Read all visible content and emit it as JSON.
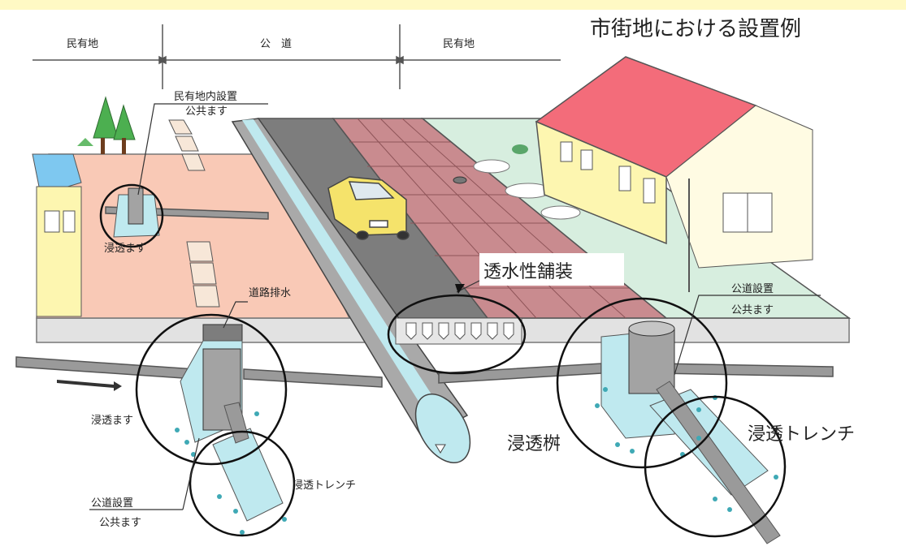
{
  "title": "市街地における設置例",
  "zones": {
    "private_left": "民有地",
    "public_road": "公　道",
    "private_right": "民有地"
  },
  "labels": {
    "private_inlet": [
      "民有地内設置",
      "公共ます"
    ],
    "infiltration_basin_small": "浸透ます",
    "road_drainage": "道路排水",
    "permeable_pavement": "透水性舗装",
    "infiltration_basin_left": "浸透ます",
    "infiltration_trench_left": "浸透トレンチ",
    "public_inlet_left": [
      "公道設置",
      "公共ます"
    ],
    "public_inlet_right": [
      "公道設置",
      "公共ます"
    ],
    "infiltration_basin_right": "浸透桝",
    "infiltration_trench_right": "浸透トレンチ"
  },
  "colors": {
    "top_bar": "#fff9c4",
    "private_lot": "#f9c9b6",
    "asphalt": "#7d7d7d",
    "pavers": "#c98b8f",
    "lawn": "#d7eedf",
    "house_wall": "#fdf6b0",
    "roof": "#f36c7a",
    "water": "#bfe9ef",
    "water_drop": "#3fa9b5",
    "pipe": "#9a9a9a",
    "ground": "#e2e2e2"
  }
}
